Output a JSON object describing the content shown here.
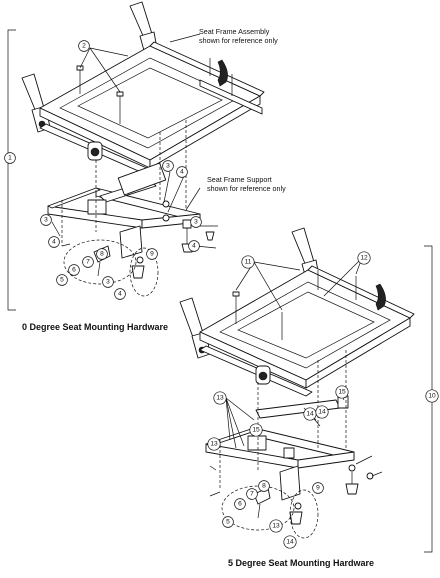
{
  "labels": {
    "seat_frame_assembly_line1": "Seat Frame Assembly",
    "seat_frame_assembly_line2": "shown for reference only",
    "seat_frame_support_line1": "Seat Frame Support",
    "seat_frame_support_line2": "shown for reference only",
    "heading_0_degree": "0 Degree Seat Mounting Hardware",
    "heading_5_degree": "5 Degree Seat Mounting Hardware"
  },
  "callouts": {
    "top": [
      "2",
      "1",
      "3",
      "4",
      "3",
      "4",
      "3",
      "4",
      "5",
      "6",
      "7",
      "8",
      "9",
      "3",
      "4"
    ],
    "bottom": [
      "11",
      "12",
      "10",
      "15",
      "13",
      "14",
      "15",
      "13",
      "14",
      "9",
      "5",
      "6",
      "7",
      "8",
      "13",
      "14"
    ]
  }
}
